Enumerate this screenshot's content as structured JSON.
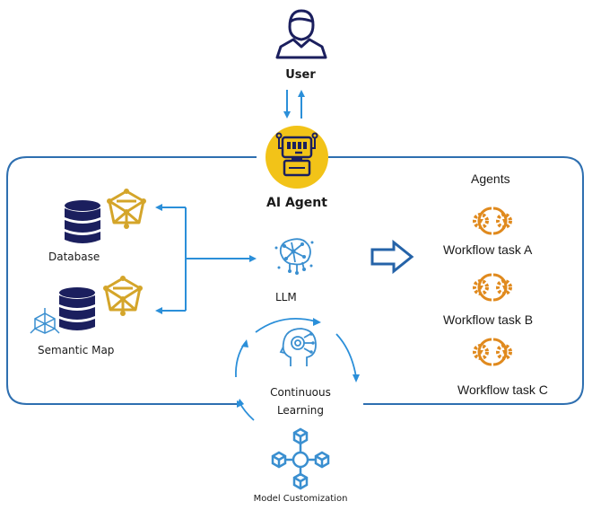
{
  "colors": {
    "frame": "#2e6fb0",
    "arrow": "#2b8fd9",
    "navy": "#1b1f5e",
    "gold": "#f2c318",
    "goldIcon": "#d4a52a",
    "orange": "#e08a1e",
    "lightBlue": "#3a8fd0"
  },
  "user": {
    "label": "User",
    "icon": "user-icon"
  },
  "agent": {
    "label": "AI Agent",
    "icon": "robot-icon"
  },
  "left_sources": [
    {
      "label": "Database",
      "icons": [
        "database-icon",
        "graph-network-icon"
      ]
    },
    {
      "label": "Semantic Map",
      "icons": [
        "cube-map-icon",
        "database-icon",
        "graph-network-icon"
      ]
    }
  ],
  "llm": {
    "label": "LLM",
    "icon": "neural-brain-icon"
  },
  "agents_panel": {
    "title": "Agents",
    "tasks": [
      {
        "label": "Workflow task A",
        "icon": "gears-cycle-icon"
      },
      {
        "label": "Workflow task B",
        "icon": "gears-cycle-icon"
      },
      {
        "label": "Workflow task C",
        "icon": "gears-cycle-icon"
      }
    ]
  },
  "learning": {
    "label_line1": "Continuous",
    "label_line2": "Learning",
    "icon": "ai-head-icon"
  },
  "customization": {
    "label": "Model Customization",
    "icon": "network-cubes-icon"
  }
}
